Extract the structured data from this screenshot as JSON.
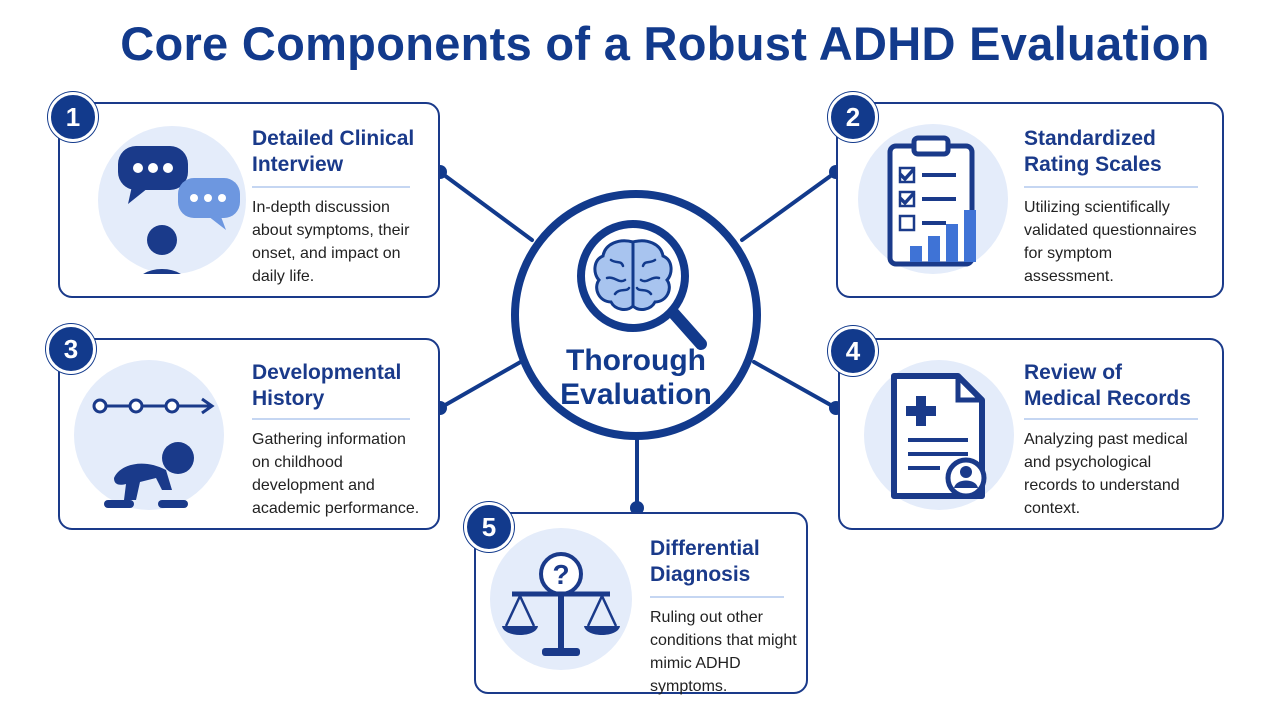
{
  "title": "Core Components of a Robust ADHD Evaluation",
  "center": {
    "label_line1": "Thorough",
    "label_line2": "Evaluation",
    "icon": "brain-magnifier-icon"
  },
  "components": [
    {
      "number": "1",
      "title_line1": "Detailed Clinical",
      "title_line2": "Interview",
      "desc": [
        "In-depth discussion",
        "about symptoms, their",
        "onset, and impact on",
        "daily life."
      ],
      "icon": "chat-person-icon"
    },
    {
      "number": "2",
      "title_line1": "Standardized",
      "title_line2": "Rating Scales",
      "desc": [
        "Utilizing scientifically",
        "validated questionnaires",
        "for symptom",
        "assessment."
      ],
      "icon": "clipboard-chart-icon"
    },
    {
      "number": "3",
      "title_line1": "Developmental",
      "title_line2": "History",
      "desc": [
        "Gathering information",
        "on childhood",
        "development and",
        "academic performance."
      ],
      "icon": "crawling-baby-timeline-icon"
    },
    {
      "number": "4",
      "title_line1": "Review of",
      "title_line2": "Medical Records",
      "desc": [
        "Analyzing past medical",
        "and psychological",
        "records to understand",
        "context."
      ],
      "icon": "medical-record-icon"
    },
    {
      "number": "5",
      "title_line1": "Differential",
      "title_line2": "Diagnosis",
      "desc": [
        "Ruling out other",
        "conditions that might",
        "mimic ADHD symptoms."
      ],
      "icon": "scales-question-icon"
    }
  ],
  "colors": {
    "primary": "#123a8c",
    "accent": "#3f73d6",
    "light": "#e4ecfa"
  }
}
